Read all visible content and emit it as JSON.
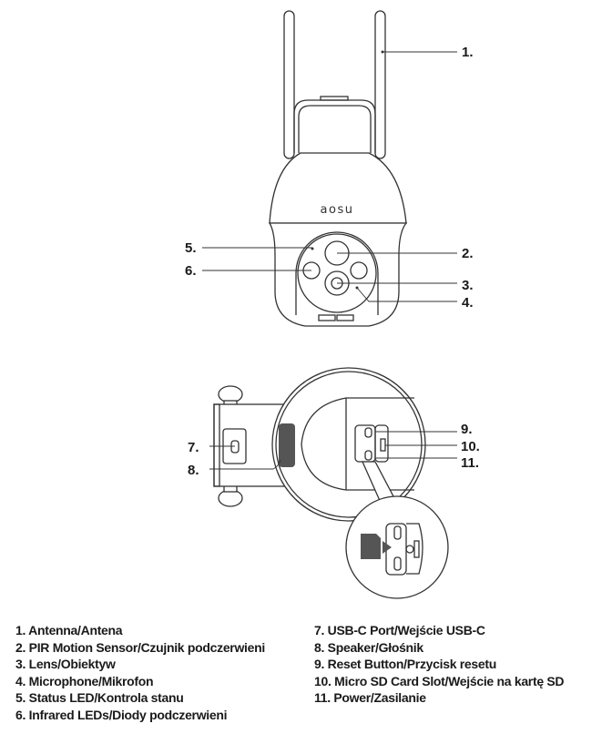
{
  "brand_logo": "aosu",
  "callouts": [
    "1.",
    "2.",
    "3.",
    "4.",
    "5.",
    "6.",
    "7.",
    "8.",
    "9.",
    "10.",
    "11."
  ],
  "legend": {
    "left": [
      "1. Antenna/Antena",
      "2. PIR Motion Sensor/Czujnik podczerwieni",
      "3. Lens/Obiektyw",
      "4. Microphone/Mikrofon",
      "5. Status LED/Kontrola stanu",
      "6. Infrared LEDs/Diody podczerwieni"
    ],
    "right": [
      "7. USB-C Port/Wejście USB-C",
      "8. Speaker/Głośnik",
      "9. Reset Button/Przycisk resetu",
      "10. Micro SD Card Slot/Wejście na kartę SD",
      "11. Power/Zasilanie"
    ]
  }
}
